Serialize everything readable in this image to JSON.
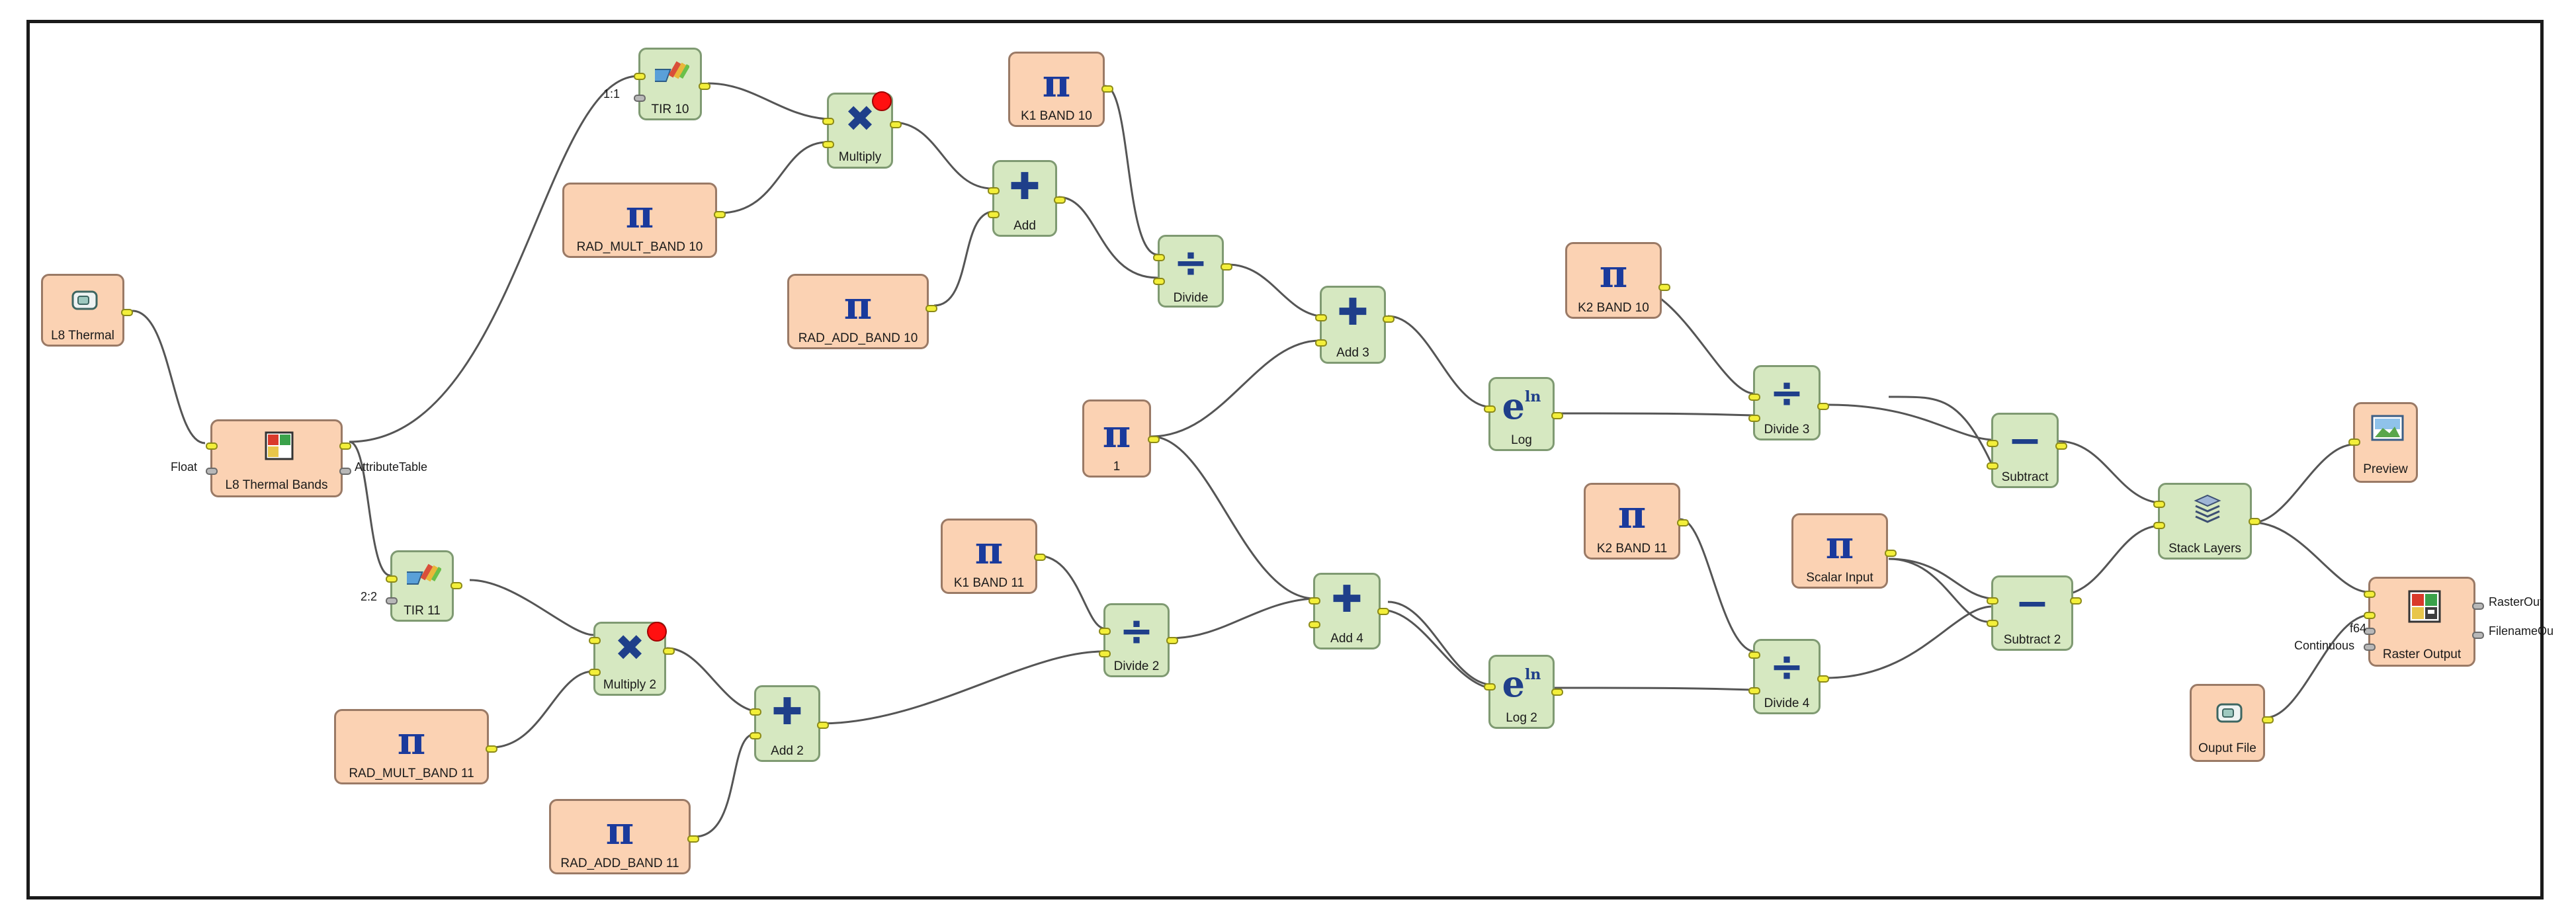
{
  "diagram": {
    "nodes": {
      "l8_thermal": "L8 Thermal",
      "l8_thermal_bands": "L8 Thermal Bands",
      "tir10": "TIR 10",
      "tir11": "TIR 11",
      "multiply": "Multiply",
      "multiply2": "Multiply 2",
      "rad_mult_10": "RAD_MULT_BAND 10",
      "rad_mult_11": "RAD_MULT_BAND 11",
      "add": "Add",
      "add2": "Add 2",
      "rad_add_10": "RAD_ADD_BAND 10",
      "rad_add_11": "RAD_ADD_BAND 11",
      "k1_10": "K1 BAND 10",
      "k1_11": "K1 BAND 11",
      "divide": "Divide",
      "divide2": "Divide 2",
      "one": "1",
      "add3": "Add 3",
      "add4": "Add 4",
      "log": "Log",
      "log2": "Log 2",
      "k2_10": "K2 BAND 10",
      "k2_11": "K2 BAND 11",
      "divide3": "Divide 3",
      "divide4": "Divide 4",
      "scalar_input": "Scalar Input",
      "subtract": "Subtract",
      "subtract2": "Subtract 2",
      "stack_layers": "Stack Layers",
      "preview": "Preview",
      "raster_output": "Raster Output",
      "output_file": "Ouput File"
    },
    "ports": {
      "float": "Float",
      "attribute_table": "AttributeTable",
      "tir10_index": "1:1",
      "tir11_index": "2:2",
      "raster_out": "RasterOut",
      "filename_out": "FilenameOu",
      "f64": "f64",
      "continuous": "Continuous"
    },
    "symbols": {
      "pi": "π",
      "multiply": "✖",
      "add": "✚",
      "divide": "÷",
      "subtract": "−",
      "exp_base": "e",
      "exp_sup": "ln"
    },
    "icons": {
      "file_input": "file-input-icon",
      "band_select": "band-select-icon",
      "tir": "tir-icon",
      "stack": "stack-layers-icon",
      "preview": "preview-image-icon",
      "raster": "raster-output-icon"
    },
    "colors": {
      "data_node_fill": "#fbd2b3",
      "tool_node_fill": "#d6e8c1",
      "port_yellow": "#f3ef3a",
      "port_gray": "#b8b8b8",
      "symbol_blue": "#1f3f8a",
      "status_red": "#ff1010",
      "wire": "#555555"
    }
  }
}
